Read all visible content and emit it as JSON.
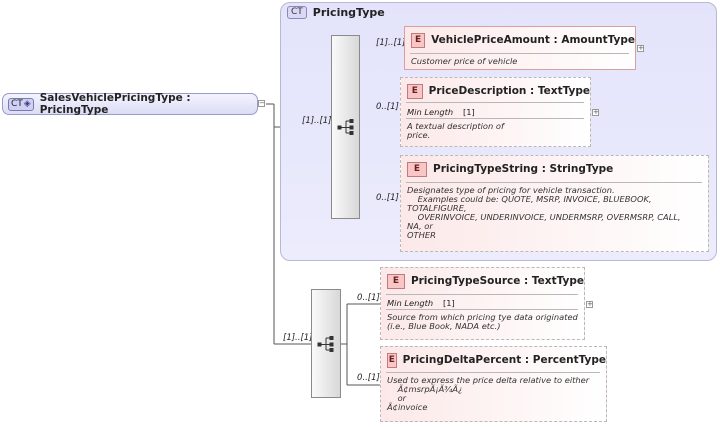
{
  "complex_type": {
    "badge": "CT",
    "title": "PricingType"
  },
  "root": {
    "badge": "CT",
    "title": "SalesVehiclePricingType : PricingType"
  },
  "sequence_outer": {
    "multiplicity": "[1]..[1]"
  },
  "sequence_inner": {
    "multiplicity": "[1]..[1]"
  },
  "elements": [
    {
      "badge": "E",
      "title": "VehiclePriceAmount : AmountType",
      "multiplicity": "[1]..[1]",
      "description": "Customer price of vehicle"
    },
    {
      "badge": "E",
      "title": "PriceDescription : TextType",
      "multiplicity": "0..[1]",
      "facet_label": "Min Length",
      "facet_value": "[1]",
      "description": "A textual description of\nprice."
    },
    {
      "badge": "E",
      "title": "PricingTypeString : StringType",
      "multiplicity": "0..[1]",
      "description": "Designates type of pricing for vehicle transaction.\n    Examples could be: QUOTE, MSRP, INVOICE, BLUEBOOK,\nTOTALFIGURE,\n    OVERINVOICE, UNDERINVOICE, UNDERMSRP, OVERMSRP, CALL,\nNA, or\nOTHER"
    },
    {
      "badge": "E",
      "title": "PricingTypeSource : TextType",
      "multiplicity": "0..[1]",
      "facet_label": "Min Length",
      "facet_value": "[1]",
      "description": "Source from which pricing tye data originated\n(i.e., Blue Book, NADA etc.)"
    },
    {
      "badge": "E",
      "title": "PricingDeltaPercent : PercentType",
      "multiplicity": "0..[1]",
      "description": "Used to express the price delta relative to either\n    Ã¢msrpÃ¡Ã¾Ã¿\n    or\nÃ¢invoice"
    }
  ],
  "colors": {
    "ct_fill": "#e6e6fb",
    "element_fill": "#fce8e8",
    "element_badge": "#f8c6c6"
  },
  "icons": {
    "sequence": "sequence-icon",
    "expander": "expand-plus-icon"
  }
}
